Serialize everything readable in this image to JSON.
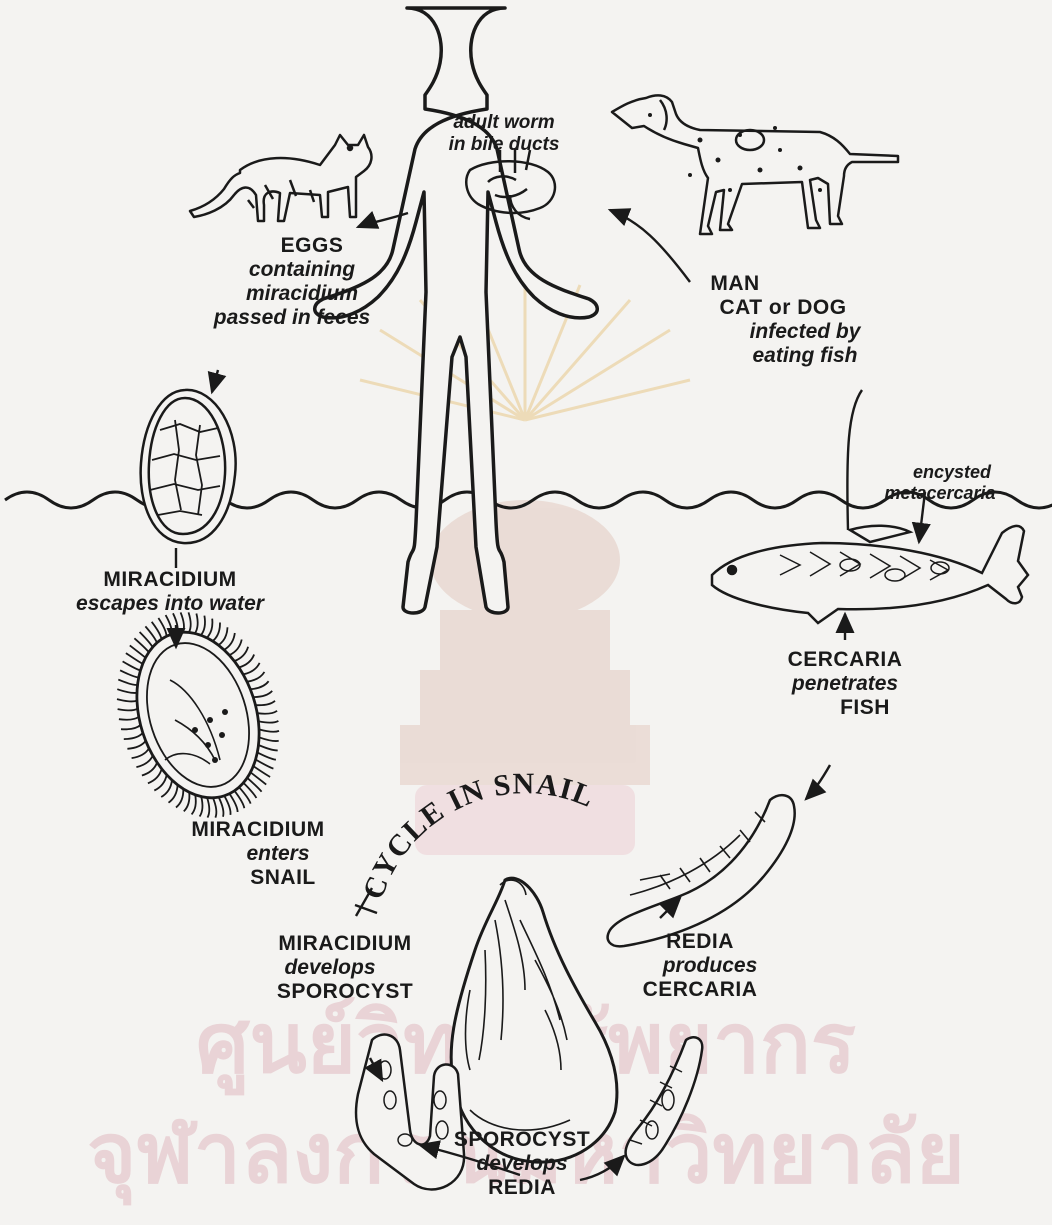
{
  "labels": {
    "adult_worm": [
      "adult worm",
      "in bile ducts"
    ],
    "eggs": [
      "EGGS",
      "containing",
      "miracidium",
      "passed in feces"
    ],
    "hosts": [
      "MAN",
      "CAT or DOG",
      "infected by",
      "eating fish"
    ],
    "encysted": [
      "encysted",
      "metacercaria"
    ],
    "miracidium_escapes": [
      "MIRACIDIUM",
      "escapes into water"
    ],
    "cercaria_penetrates": [
      "CERCARIA",
      "penetrates",
      "FISH"
    ],
    "miracidium_enters": [
      "MIRACIDIUM",
      "enters",
      "SNAIL"
    ],
    "cycle_in_snail": "CYCLE IN SNAIL",
    "miracidium_develops": [
      "MIRACIDIUM",
      "develops",
      "SPOROCYST"
    ],
    "redia_produces": [
      "REDIA",
      "produces",
      "CERCARIA"
    ],
    "sporocyst_develops": [
      "SPOROCYST",
      "develops",
      "REDIA"
    ]
  },
  "watermark": {
    "line1": "ศูนย์วิทยทรัพยากร",
    "line2": "จุฬาลงกรณ์มหาวิทยาลัย"
  }
}
